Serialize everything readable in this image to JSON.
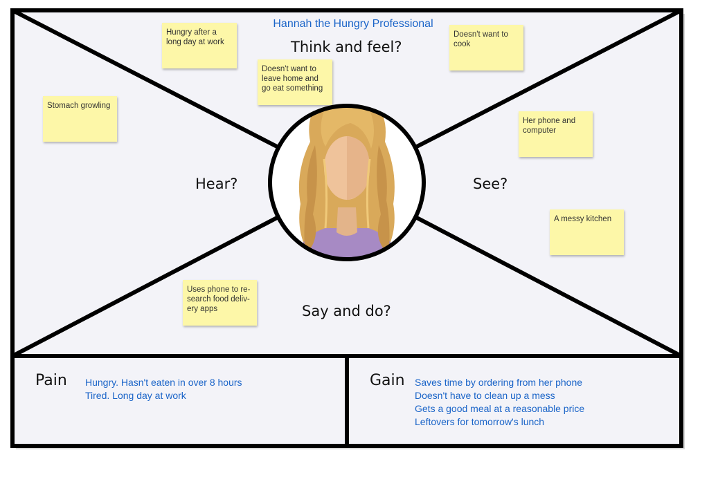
{
  "persona": {
    "name": "Hannah the Hungry Professional"
  },
  "quadrants": {
    "think": "Think and feel?",
    "hear": "Hear?",
    "see": "See?",
    "say": "Say and do?"
  },
  "notes": {
    "think_1": "Hungry after a long day at work",
    "think_2": "Doesn't want to leave home and go eat something",
    "think_3": "Doesn't want to cook",
    "hear_1": "Stomach growling",
    "see_1": "Her phone and computer",
    "see_2": "A messy kitchen",
    "say_1": "Uses phone to re-search food deliv-ery apps"
  },
  "pain": {
    "title": "Pain",
    "items": [
      "Hungry. Hasn't eaten in over 8 hours",
      "Tired. Long day at work"
    ]
  },
  "gain": {
    "title": "Gain",
    "items": [
      "Saves time by ordering from her phone",
      "Doesn't have to clean up a mess",
      "Gets a good meal at a reasonable price",
      "Leftovers for tomorrow's lunch"
    ]
  },
  "colors": {
    "frame": "#000000",
    "background": "#f3f3f8",
    "sticky": "#fdf7a8",
    "accent_text": "#1a64c8"
  },
  "icons": {
    "avatar": "woman-avatar-icon"
  }
}
